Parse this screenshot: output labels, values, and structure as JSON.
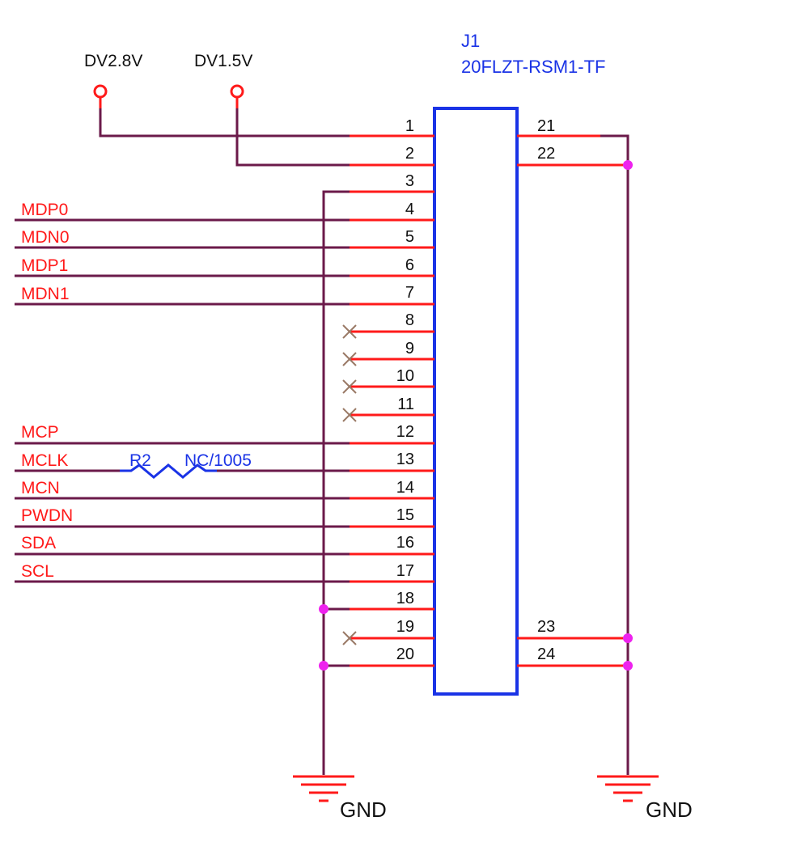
{
  "component": {
    "refdes": "J1",
    "part": "20FLZT-RSM1-TF",
    "left_pins": [
      "1",
      "2",
      "3",
      "4",
      "5",
      "6",
      "7",
      "8",
      "9",
      "10",
      "11",
      "12",
      "13",
      "14",
      "15",
      "16",
      "17",
      "18",
      "19",
      "20"
    ],
    "right_pins": [
      "21",
      "22",
      "23",
      "24"
    ]
  },
  "power": {
    "supply_a": "DV2.8V",
    "supply_b": "DV1.5V"
  },
  "nets": {
    "mdp0": "MDP0",
    "mdn0": "MDN0",
    "mdp1": "MDP1",
    "mdn1": "MDN1",
    "mcp": "MCP",
    "mclk": "MCLK",
    "mcn": "MCN",
    "pwdn": "PWDN",
    "sda": "SDA",
    "scl": "SCL"
  },
  "resistor": {
    "refdes": "R2",
    "value": "NC/1005"
  },
  "ground": {
    "left": "GND",
    "right": "GND"
  },
  "colors": {
    "wire": "#6b1a4a",
    "pin": "#ff1a1a",
    "body": "#1a33e6",
    "net_label": "#ff1a1a",
    "part_label": "#1a33e6",
    "junction": "#ee22ee"
  }
}
